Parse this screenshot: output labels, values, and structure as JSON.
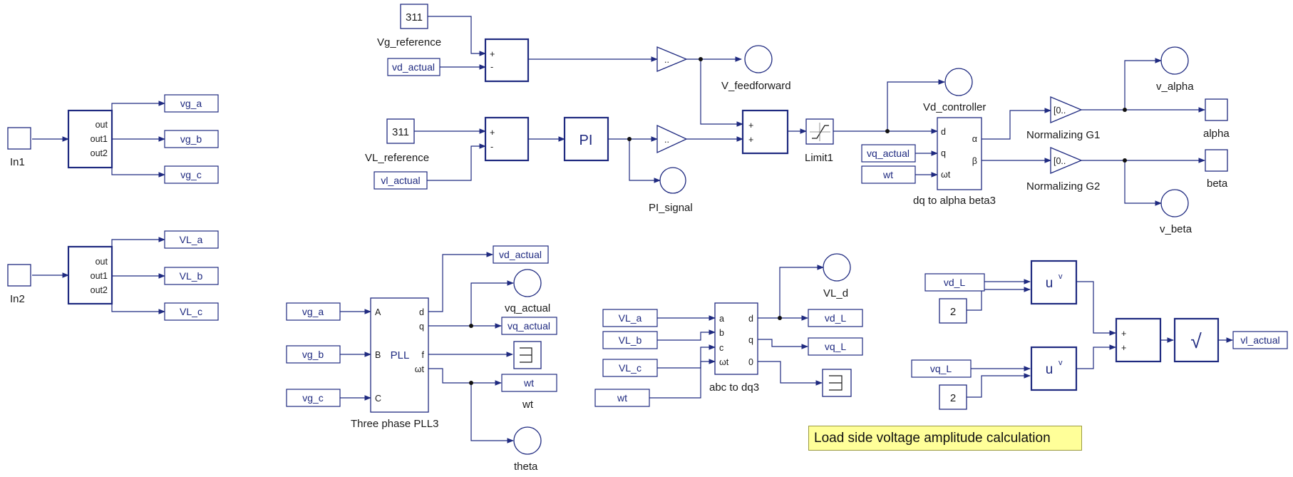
{
  "diagram": {
    "title": "",
    "blocks": {
      "in1": "In1",
      "in2": "In2",
      "demux_ports": [
        "out",
        "out1",
        "out2"
      ],
      "const_vg": "311",
      "const_vl": "311",
      "vg_reference": "Vg_reference",
      "vl_reference": "VL_reference",
      "sum_signs": [
        "+",
        "-"
      ],
      "sum_plus": [
        "+",
        "+"
      ],
      "pi": "PI",
      "gain": "..",
      "v_feedforward": "V_feedforward",
      "pi_signal": "PI_signal",
      "limit1": "Limit1",
      "vd_controller": "Vd_controller",
      "dq_ports_in": [
        "d",
        "q",
        "ωt"
      ],
      "dq_ports_out": [
        "α",
        "β"
      ],
      "dq_block": "dq to alpha beta3",
      "norm_gain": "[0..",
      "norm_g1": "Normalizing G1",
      "norm_g2": "Normalizing G2",
      "v_alpha": "v_alpha",
      "v_beta": "v_beta",
      "alpha": "alpha",
      "beta": "beta",
      "pll_ports_in": [
        "A",
        "B",
        "C"
      ],
      "pll_ports_out": [
        "d",
        "q",
        "f",
        "ωt"
      ],
      "pll_center": "PLL",
      "pll_block": "Three phase PLL3",
      "vq_actual_scope": "vq_actual",
      "wt_label": "wt",
      "theta": "theta",
      "abc_ports_in": [
        "a",
        "b",
        "c",
        "ωt"
      ],
      "abc_ports_out": [
        "d",
        "q",
        "0"
      ],
      "abc_block": "abc to dq3",
      "vl_d": "VL_d",
      "power_block": "u",
      "power_sup": "v",
      "two": "2",
      "sqrt": "√",
      "note": "Load side voltage amplitude calculation"
    },
    "tags": {
      "vg_a": "vg_a",
      "vg_b": "vg_b",
      "vg_c": "vg_c",
      "VL_a": "VL_a",
      "VL_b": "VL_b",
      "VL_c": "VL_c",
      "vd_actual": "vd_actual",
      "vl_actual": "vl_actual",
      "vq_actual": "vq_actual",
      "wt": "wt",
      "vd_L": "vd_L",
      "vq_L": "vq_L"
    }
  }
}
